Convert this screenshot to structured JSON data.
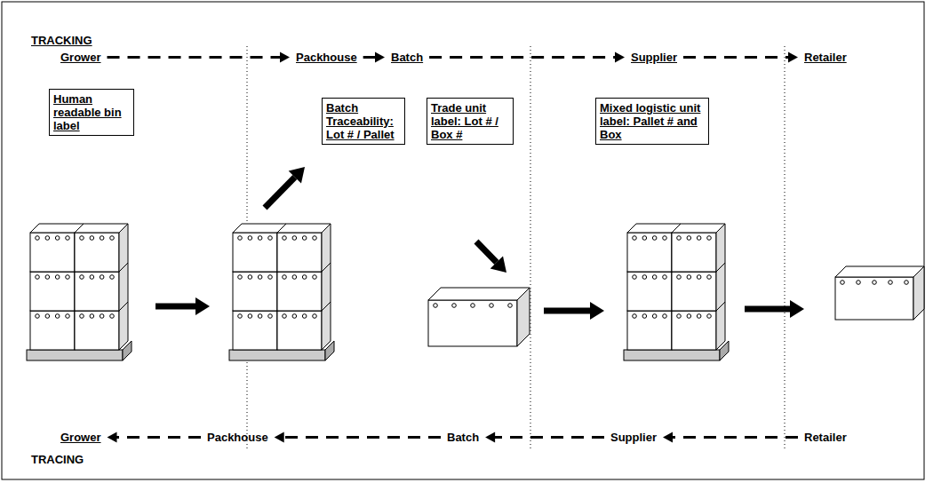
{
  "diagram": {
    "nodes": [
      {
        "text": [
          "Grower"
        ]
      },
      {
        "text": [
          "Packhouse"
        ]
      },
      {
        "text": [
          "Batch"
        ]
      },
      {
        "text": [
          "Supplier"
        ]
      },
      {
        "text": [
          "Retailer"
        ]
      },
      {
        "text": [
          "Human readable bin label"
        ]
      },
      {
        "text": [
          "Batch Traceability: Lot # / Pallet"
        ]
      },
      {
        "text": [
          "Trade unit label: Lot # / Box #"
        ]
      },
      {
        "text": [
          "Mixed logistic unit label: Pallet # and Box"
        ]
      },
      {
        "text": [
          "Grower"
        ]
      },
      {
        "text": [
          "Packhouse"
        ]
      },
      {
        "text": [
          "Batch"
        ]
      },
      {
        "text": [
          "Supplier"
        ]
      },
      {
        "text": [
          "Retailer"
        ]
      }
    ],
    "edges": [
      {
        "from": 0,
        "to": 1,
        "arrow": "to"
      },
      {
        "from": 1,
        "to": 2,
        "arrow": "to"
      },
      {
        "from": 2,
        "to": 3,
        "arrow": "to"
      },
      {
        "from": 3,
        "to": 4,
        "arrow": "to"
      },
      {
        "from": 13,
        "to": 12,
        "arrow": "to"
      },
      {
        "from": 12,
        "to": 11,
        "arrow": "to"
      },
      {
        "from": 11,
        "to": 10,
        "arrow": "to"
      },
      {
        "from": 10,
        "to": 9,
        "arrow": "to"
      }
    ],
    "labels": [
      "TRACKING",
      "TRACING"
    ]
  }
}
